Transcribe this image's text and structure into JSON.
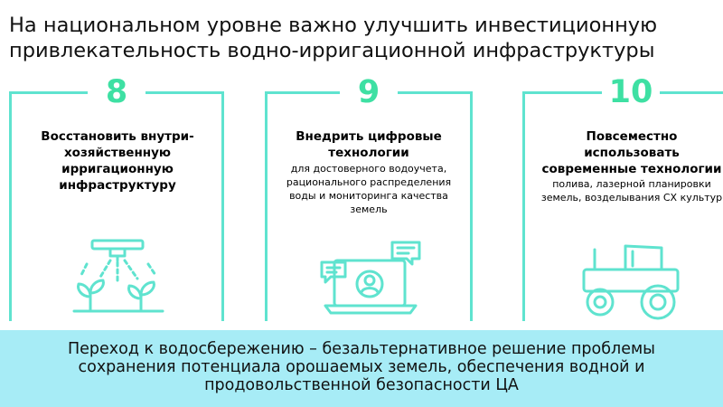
{
  "title": "На национальном уровне важно улучшить инвестиционную\nпривлекательность водно-ирригационной инфраструктуры",
  "accent_color": "#3ee0a3",
  "line_color": "#5fe3cf",
  "banner_color": "#a7ecf6",
  "cards": [
    {
      "number": "8",
      "heading": "Восстановить внутри-\nхозяйственную\nирригационную\nинфраструктуру",
      "description": "",
      "icon": "irrigation-sprinkler-seedlings-icon"
    },
    {
      "number": "9",
      "heading": "Внедрить цифровые\nтехнологии",
      "description": "для достоверного водоучета,\nрационального распределения\nводы и мониторинга качества\nземель",
      "icon": "laptop-chat-user-icon"
    },
    {
      "number": "10",
      "heading": "Повсеместно\nиспользовать\nсовременные технологии",
      "description": "полива, лазерной планировки\nземель, возделывания СХ культур",
      "icon": "tractor-icon"
    }
  ],
  "banner": {
    "text": "Переход к водосбережению – безальтернативное решение проблемы\nсохранения потенциала орошаемых земель, обеспечения водной и\nпродовольственной безопасности ЦА"
  }
}
